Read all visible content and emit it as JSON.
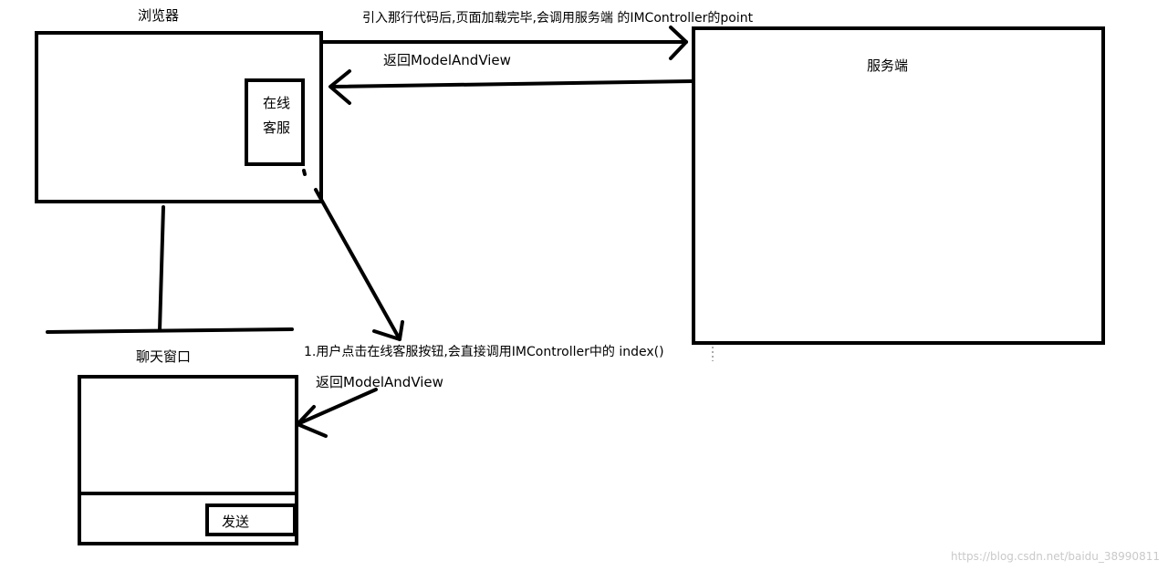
{
  "nodes": {
    "browser": {
      "label": "浏览器"
    },
    "online_service": {
      "label_line1": "在线",
      "label_line2": "客服"
    },
    "server": {
      "label": "服务端"
    },
    "chat_window": {
      "label": "聊天窗口",
      "send_button": "发送"
    }
  },
  "edges": {
    "load_point": "引入那行代码后,页面加载完毕,会调用服务端 的IMController的point",
    "return_browser": "返回ModelAndView",
    "click_index": "1.用户点击在线客服按钮,会直接调用IMController中的 index()",
    "return_chat": "返回ModelAndView"
  },
  "watermark": "https://blog.csdn.net/baidu_38990811"
}
